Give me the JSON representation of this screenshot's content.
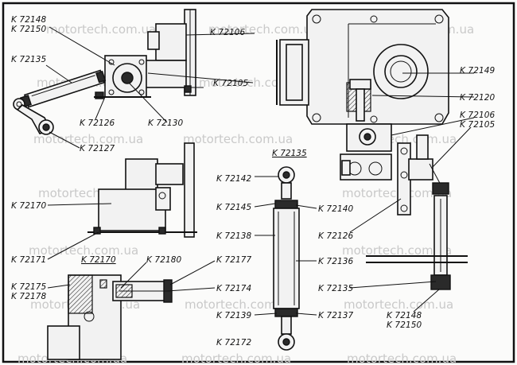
{
  "watermark": "motortech.com.ua",
  "titles": {
    "upper_rod": "K 72135",
    "lower_section": "K 72170"
  },
  "labels": {
    "k72148_a": "K 72148",
    "k72150_a": "K 72150",
    "k72135_a": "K 72135",
    "k72106_a": "K 72106",
    "k72105_a": "K 72105",
    "k72126_a": "K 72126",
    "k72130": "K 72130",
    "k72127": "K 72127",
    "k72170": "K 72170",
    "k72171": "K 72171",
    "k72175": "K 72175",
    "k72178": "K 72178",
    "k72180": "K 72180",
    "k72177": "K 72177",
    "k72174": "K 72174",
    "k72139": "K 72139",
    "k72172": "K 72172",
    "k72142": "K 72142",
    "k72145": "K 72145",
    "k72138": "K 72138",
    "k72140": "K 72140",
    "k72136": "K 72136",
    "k72137": "K 72137",
    "k72149": "K 72149",
    "k72120": "K 72120",
    "k72106_b": "K 72106",
    "k72105_b": "K 72105",
    "k72126_b": "K 72126",
    "k72135_b": "K 72135",
    "k72148_b": "K 72148",
    "k72150_b": "K 72150"
  }
}
